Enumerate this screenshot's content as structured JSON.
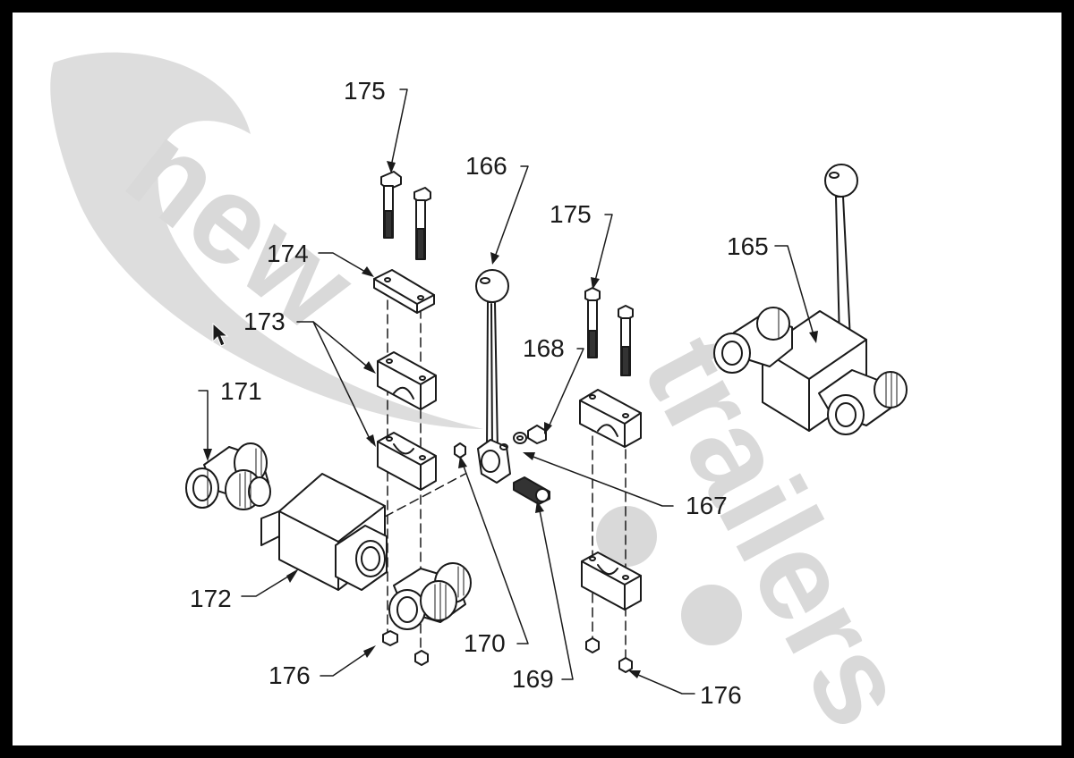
{
  "watermark": {
    "word1": "new",
    "word2": "trailers"
  },
  "callouts": [
    {
      "id": "c175a",
      "text": "175"
    },
    {
      "id": "c174",
      "text": "174"
    },
    {
      "id": "c173",
      "text": "173"
    },
    {
      "id": "c171",
      "text": "171"
    },
    {
      "id": "c172",
      "text": "172"
    },
    {
      "id": "c176a",
      "text": "176"
    },
    {
      "id": "c166",
      "text": "166"
    },
    {
      "id": "c175b",
      "text": "175"
    },
    {
      "id": "c168",
      "text": "168"
    },
    {
      "id": "c165",
      "text": "165"
    },
    {
      "id": "c167",
      "text": "167"
    },
    {
      "id": "c170",
      "text": "170"
    },
    {
      "id": "c169",
      "text": "169"
    },
    {
      "id": "c176b",
      "text": "176"
    }
  ],
  "colors": {
    "line": "#1a1a1a",
    "watermark": "#d9d9d9",
    "border": "#000000"
  }
}
